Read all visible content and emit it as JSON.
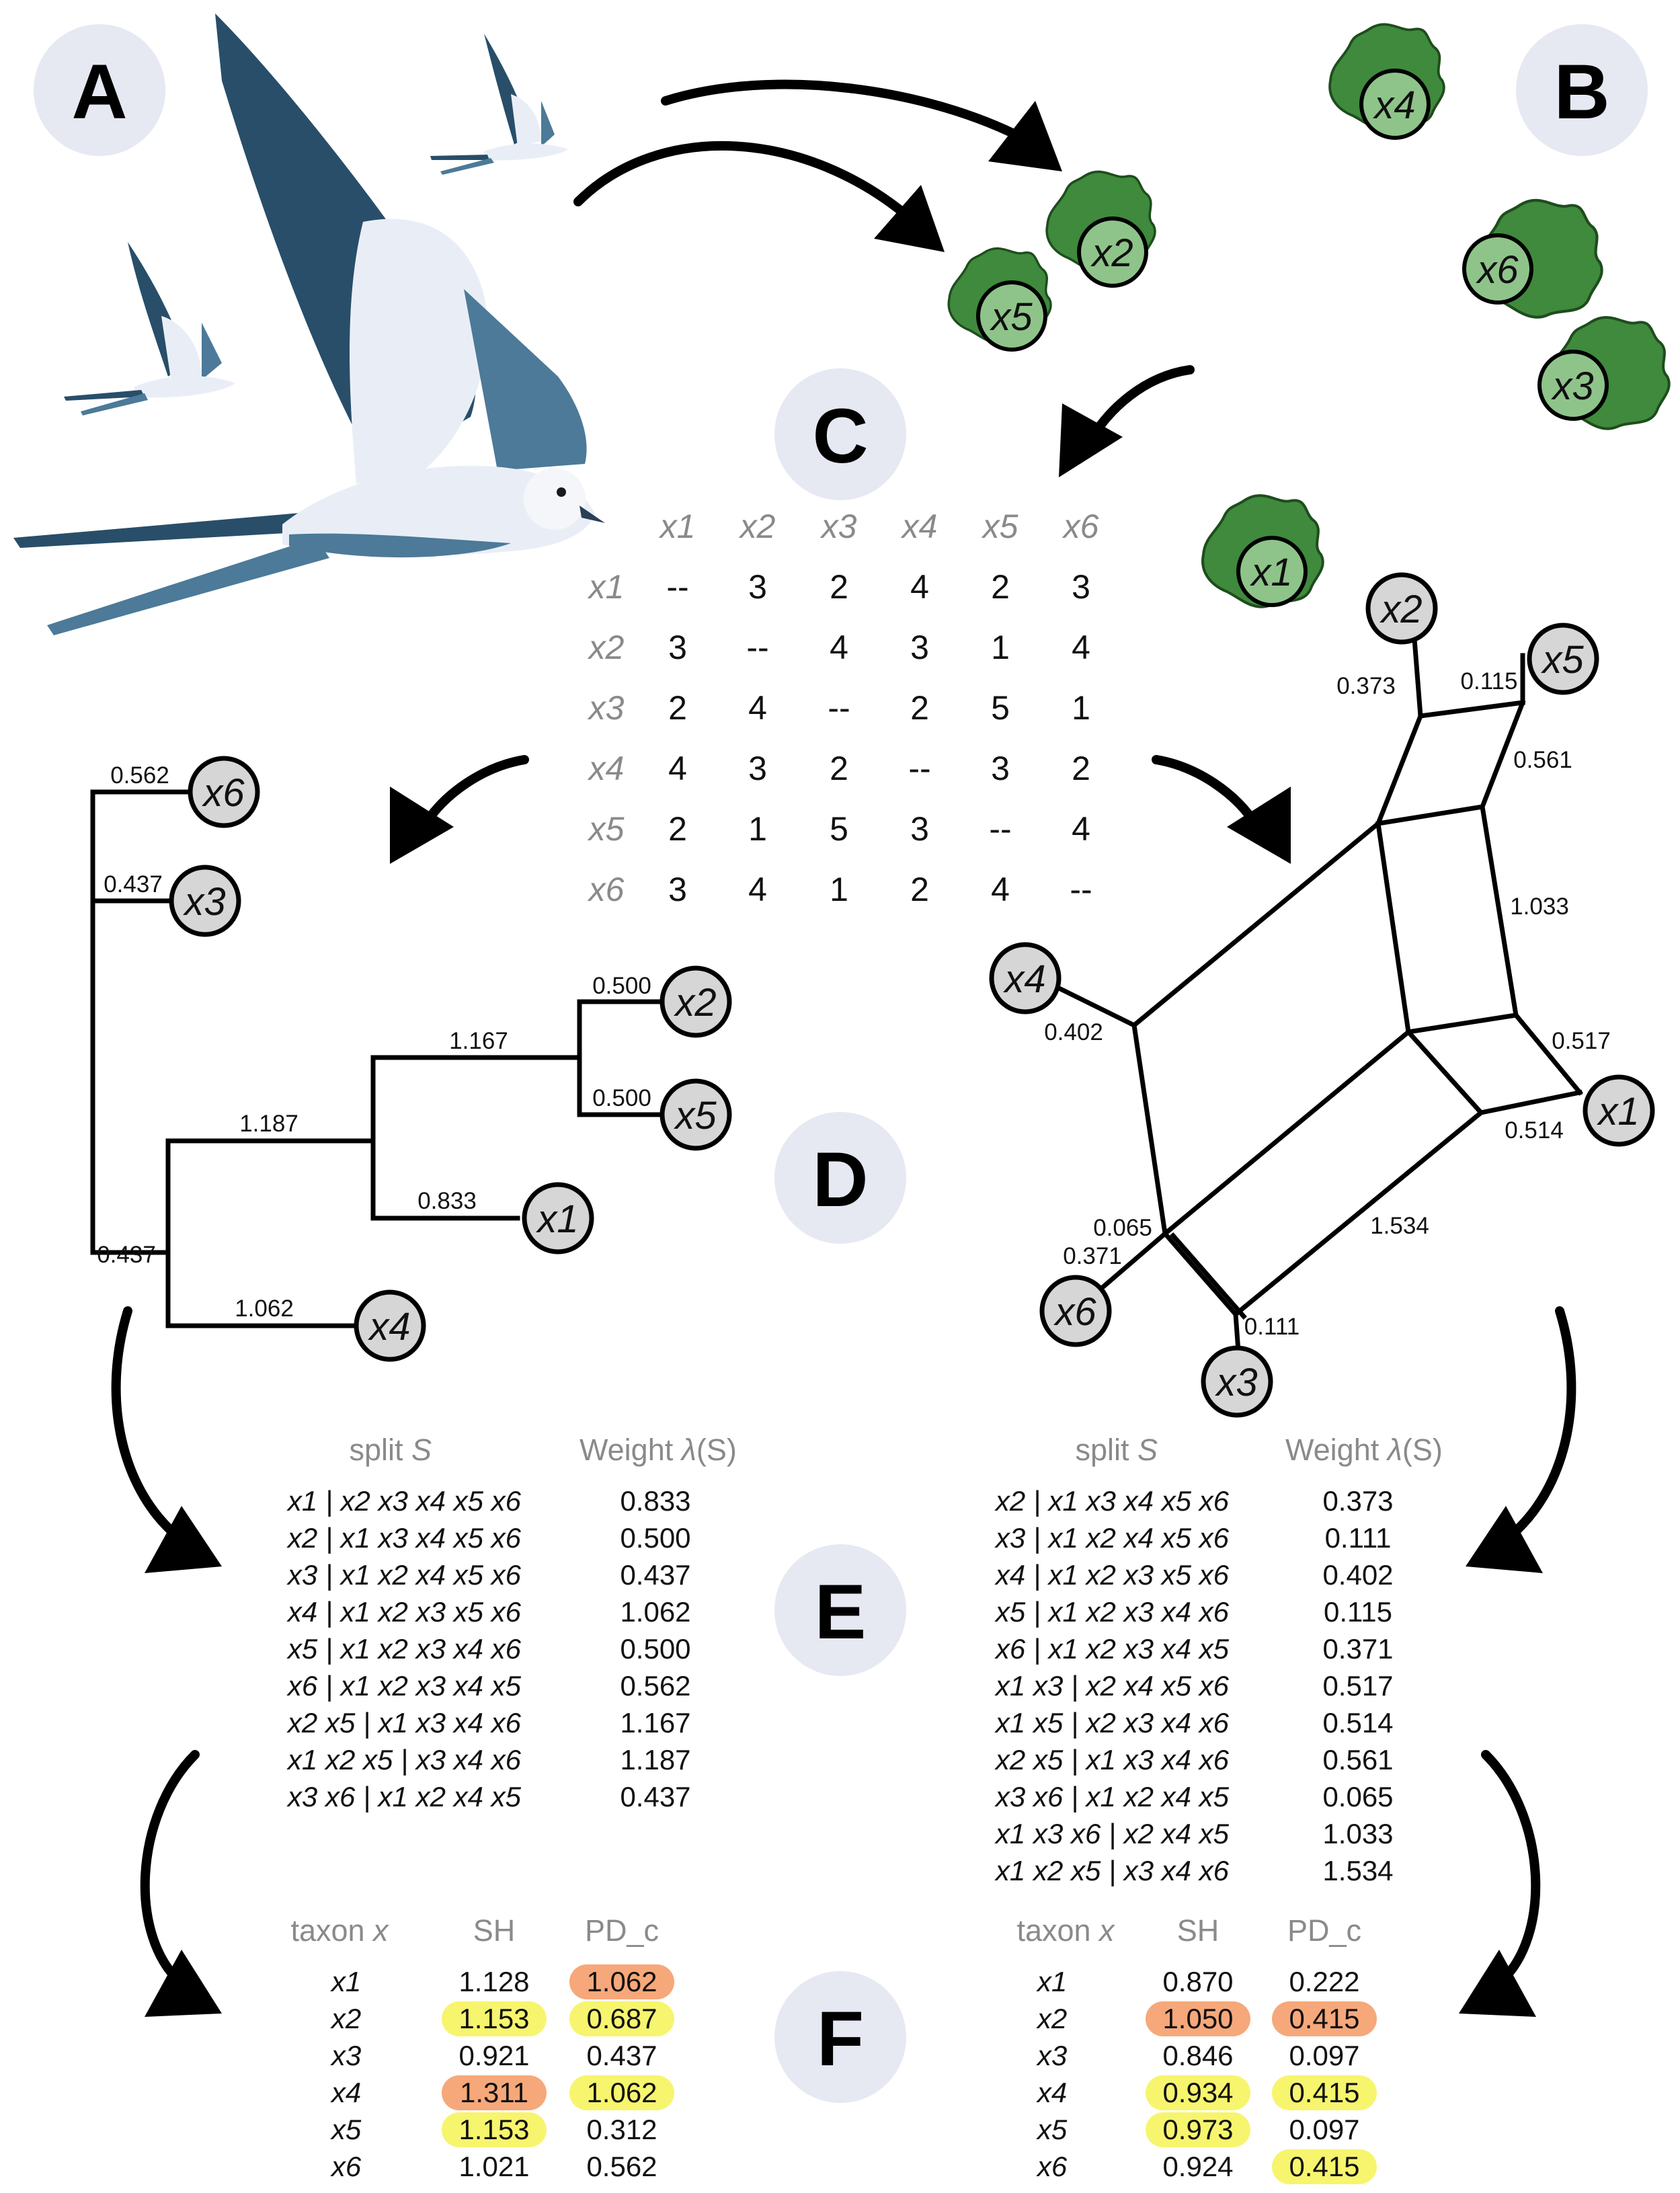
{
  "panels": {
    "A": "A",
    "B": "B",
    "C": "C",
    "D": "D",
    "E": "E",
    "F": "F"
  },
  "leaves": {
    "x4": "x4",
    "x2": "x2",
    "x5": "x5",
    "x6": "x6",
    "x3": "x3",
    "x1": "x1"
  },
  "matrix": {
    "cols": [
      "x1",
      "x2",
      "x3",
      "x4",
      "x5",
      "x6"
    ],
    "rows": [
      {
        "name": "x1",
        "vals": [
          "--",
          "3",
          "2",
          "4",
          "2",
          "3"
        ]
      },
      {
        "name": "x2",
        "vals": [
          "3",
          "--",
          "4",
          "3",
          "1",
          "4"
        ]
      },
      {
        "name": "x3",
        "vals": [
          "2",
          "4",
          "--",
          "2",
          "5",
          "1"
        ]
      },
      {
        "name": "x4",
        "vals": [
          "4",
          "3",
          "2",
          "--",
          "3",
          "2"
        ]
      },
      {
        "name": "x5",
        "vals": [
          "2",
          "1",
          "5",
          "3",
          "--",
          "4"
        ]
      },
      {
        "name": "x6",
        "vals": [
          "3",
          "4",
          "1",
          "2",
          "4",
          "--"
        ]
      }
    ]
  },
  "tree": {
    "taxa": {
      "x6": "x6",
      "x3": "x3",
      "x2": "x2",
      "x5": "x5",
      "x1": "x1",
      "x4": "x4"
    },
    "edges": {
      "x6": "0.562",
      "x3": "0.437",
      "x2": "0.500",
      "x5": "0.500",
      "x2x5": "1.167",
      "x1x2x5": "1.187",
      "x1": "0.833",
      "root": "0.437",
      "x4": "1.062"
    }
  },
  "network": {
    "taxa": {
      "x2": "x2",
      "x5": "x5",
      "x4": "x4",
      "x1": "x1",
      "x6": "x6",
      "x3": "x3"
    },
    "edges": {
      "x2": "0.373",
      "x5": "0.115",
      "x2x5": "0.561",
      "x1x3x6": "1.033",
      "x4": "0.402",
      "x1x3": "0.517",
      "x1x5": "0.514",
      "x3x6": "0.065",
      "x6": "0.371",
      "x1x2x5": "1.534",
      "x3": "0.111"
    }
  },
  "split_tables": {
    "header_split": "split",
    "header_split_var": "S",
    "header_weight": "Weight",
    "header_weight_var": "λ",
    "header_weight_arg": "(S)",
    "left": [
      {
        "split": "x1 | x2 x3 x4 x5 x6",
        "weight": "0.833"
      },
      {
        "split": "x2 | x1 x3 x4 x5 x6",
        "weight": "0.500"
      },
      {
        "split": "x3 | x1 x2 x4 x5 x6",
        "weight": "0.437"
      },
      {
        "split": "x4 | x1 x2 x3 x5 x6",
        "weight": "1.062"
      },
      {
        "split": "x5 | x1 x2 x3 x4 x6",
        "weight": "0.500"
      },
      {
        "split": "x6 | x1 x2 x3 x4 x5",
        "weight": "0.562"
      },
      {
        "split": "x2 x5 | x1 x3 x4 x6",
        "weight": "1.167"
      },
      {
        "split": "x1 x2 x5 | x3 x4 x6",
        "weight": "1.187"
      },
      {
        "split": "x3 x6 | x1 x2 x4 x5",
        "weight": "0.437"
      }
    ],
    "right": [
      {
        "split": "x2 | x1 x3 x4 x5 x6",
        "weight": "0.373"
      },
      {
        "split": "x3 | x1 x2 x4 x5 x6",
        "weight": "0.111"
      },
      {
        "split": "x4 | x1 x2 x3 x5 x6",
        "weight": "0.402"
      },
      {
        "split": "x5 | x1 x2 x3 x4 x6",
        "weight": "0.115"
      },
      {
        "split": "x6 | x1 x2 x3 x4 x5",
        "weight": "0.371"
      },
      {
        "split": "x1 x3 | x2 x4 x5 x6",
        "weight": "0.517"
      },
      {
        "split": "x1 x5 | x2 x3 x4 x6",
        "weight": "0.514"
      },
      {
        "split": "x2 x5 | x1 x3 x4 x6",
        "weight": "0.561"
      },
      {
        "split": "x3 x6 | x1 x2 x4 x5",
        "weight": "0.065"
      },
      {
        "split": "x1 x3 x6 | x2 x4 x5",
        "weight": "1.033"
      },
      {
        "split": "x1 x2 x5 | x3 x4 x6",
        "weight": "1.534"
      }
    ]
  },
  "index_tables": {
    "header_taxon": "taxon",
    "header_taxon_var": "x",
    "header_sh": "SH",
    "header_pd": "PD_c",
    "highlight_colors": {
      "orange": "#f6a87a",
      "yellow": "#f7f56e"
    },
    "left": [
      {
        "taxon": "x1",
        "sh": "1.128",
        "pd": "1.062",
        "sh_hl": "",
        "pd_hl": "orange"
      },
      {
        "taxon": "x2",
        "sh": "1.153",
        "pd": "0.687",
        "sh_hl": "yellow",
        "pd_hl": "yellow"
      },
      {
        "taxon": "x3",
        "sh": "0.921",
        "pd": "0.437",
        "sh_hl": "",
        "pd_hl": ""
      },
      {
        "taxon": "x4",
        "sh": "1.311",
        "pd": "1.062",
        "sh_hl": "orange",
        "pd_hl": "yellow"
      },
      {
        "taxon": "x5",
        "sh": "1.153",
        "pd": "0.312",
        "sh_hl": "yellow",
        "pd_hl": ""
      },
      {
        "taxon": "x6",
        "sh": "1.021",
        "pd": "0.562",
        "sh_hl": "",
        "pd_hl": ""
      }
    ],
    "right": [
      {
        "taxon": "x1",
        "sh": "0.870",
        "pd": "0.222",
        "sh_hl": "",
        "pd_hl": ""
      },
      {
        "taxon": "x2",
        "sh": "1.050",
        "pd": "0.415",
        "sh_hl": "orange",
        "pd_hl": "orange"
      },
      {
        "taxon": "x3",
        "sh": "0.846",
        "pd": "0.097",
        "sh_hl": "",
        "pd_hl": ""
      },
      {
        "taxon": "x4",
        "sh": "0.934",
        "pd": "0.415",
        "sh_hl": "yellow",
        "pd_hl": "yellow"
      },
      {
        "taxon": "x5",
        "sh": "0.973",
        "pd": "0.097",
        "sh_hl": "yellow",
        "pd_hl": ""
      },
      {
        "taxon": "x6",
        "sh": "0.924",
        "pd": "0.415",
        "sh_hl": "",
        "pd_hl": "yellow"
      }
    ]
  },
  "icons": [
    "swallow-tailed-kite-illustration",
    "leaf-shape-icon",
    "curved-arrow-icon"
  ]
}
